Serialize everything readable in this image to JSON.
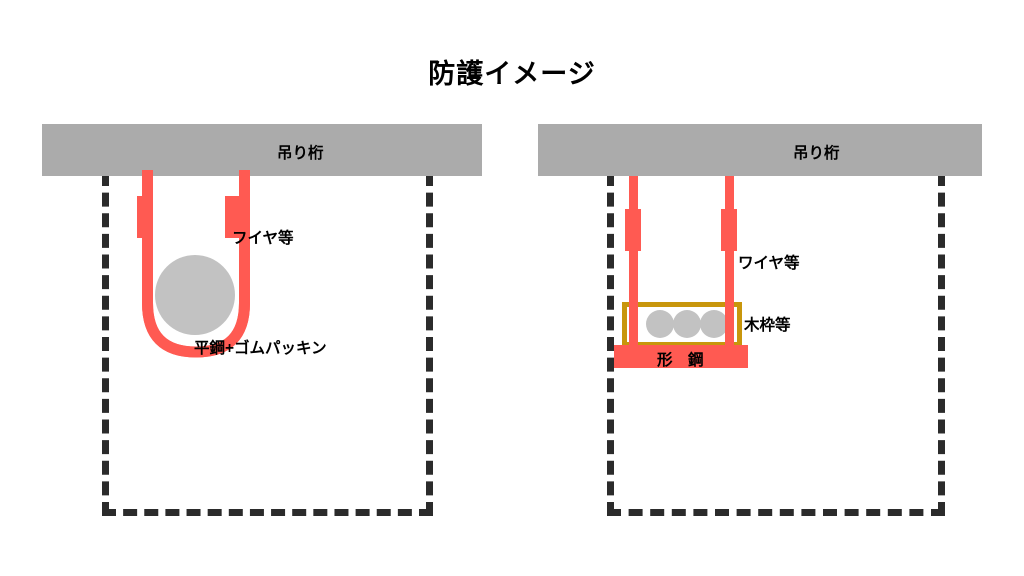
{
  "title": "防護イメージ",
  "colors": {
    "wire_red": "#ff5a52",
    "beam_grey": "#ababab",
    "pipe_grey": "#c2c2c2",
    "crate_gold": "#c8960c",
    "dash_black": "#2b2b2b",
    "background": "#ffffff"
  },
  "panels": [
    {
      "id": "left",
      "beam_label": "吊り桁",
      "labels": {
        "wire": "フイヤ等",
        "support": "平鋼+ゴムパッキン"
      },
      "parts": [
        "suspension-beam",
        "clearance-outline",
        "wire-rope-left",
        "wire-rope-right",
        "turnbuckle-left",
        "turnbuckle-right",
        "flat-bar-sling",
        "pipe"
      ],
      "pipe_count": 1
    },
    {
      "id": "right",
      "beam_label": "吊り桁",
      "labels": {
        "wire": "ワイヤ等",
        "crate": "木枠等",
        "steel": "形　鋼"
      },
      "parts": [
        "suspension-beam",
        "clearance-outline",
        "wire-rope-left",
        "wire-rope-right",
        "turnbuckle-left",
        "turnbuckle-right",
        "wooden-crate",
        "steel-beam",
        "pipes"
      ],
      "pipe_count": 3
    }
  ]
}
